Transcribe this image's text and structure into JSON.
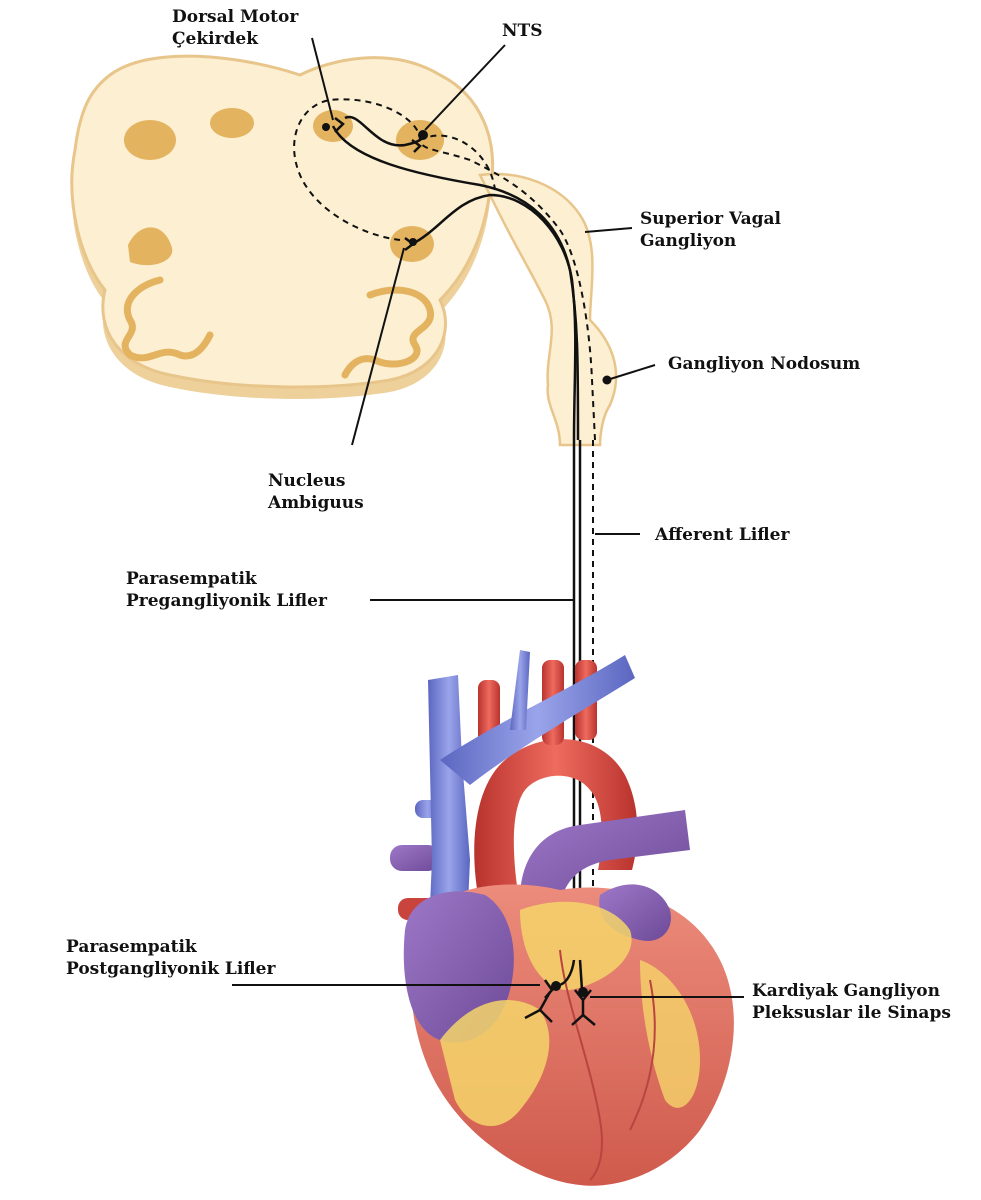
{
  "labels": {
    "dorsal_motor": [
      "Dorsal Motor",
      "Çekirdek"
    ],
    "nts": "NTS",
    "superior_vagal": [
      "Superior Vagal",
      "Gangliyon"
    ],
    "ganglion_nodosum": "Gangliyon Nodosum",
    "nucleus_ambiguus": [
      "Nucleus",
      "Ambiguus"
    ],
    "afferent": "Afferent Lifler",
    "preganglionic": [
      "Parasempatik",
      "Pregangliyonik Lifler"
    ],
    "postganglionic": [
      "Parasempatik",
      "Postgangliyonik Lifler"
    ],
    "cardiac": [
      "Kardiyak Gangliyon",
      "Pleksuslar ile Sinaps"
    ]
  },
  "colors": {
    "brainstem_fill": "#fcefd2",
    "brainstem_edge": "#e8c58a",
    "nucleus": "#e3b35f",
    "nerve": "#111111",
    "vena_cava": "#7a86d6",
    "aorta": "#e0524a",
    "pulmonary": "#8c5ab8",
    "heart_body": "#e8776a",
    "fat": "#f5d56a",
    "atrium": "#8a5fb0"
  }
}
